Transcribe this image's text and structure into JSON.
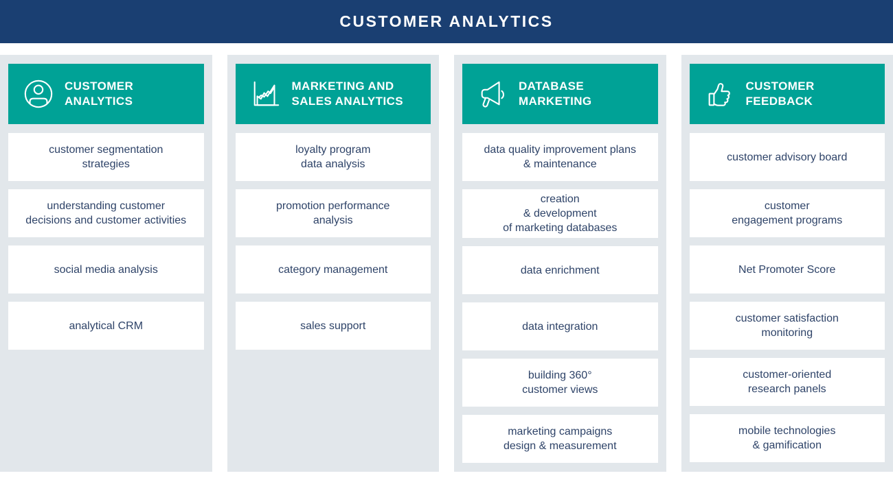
{
  "header": {
    "title": "CUSTOMER ANALYTICS"
  },
  "colors": {
    "header_bg": "#1a3f72",
    "accent_teal": "#00a296",
    "column_bg": "#e2e7eb",
    "item_text": "#2e4368",
    "box_bg": "#ffffff"
  },
  "columns": [
    {
      "id": "customer-analytics",
      "icon": "user-icon",
      "title": "CUSTOMER\nANALYTICS",
      "items": [
        "customer segmentation\nstrategies",
        "understanding customer\ndecisions and customer activities",
        "social media analysis",
        "analytical CRM"
      ]
    },
    {
      "id": "marketing-sales-analytics",
      "icon": "line-chart-icon",
      "title": "MARKETING AND\nSALES ANALYTICS",
      "items": [
        "loyalty program\ndata analysis",
        "promotion performance\nanalysis",
        "category management",
        "sales support"
      ]
    },
    {
      "id": "database-marketing",
      "icon": "megaphone-icon",
      "title": "DATABASE\nMARKETING",
      "items": [
        "data quality improvement plans\n& maintenance",
        "creation\n& development\nof marketing databases",
        "data enrichment",
        "data integration",
        "building 360°\ncustomer views",
        "marketing campaigns\ndesign & measurement"
      ]
    },
    {
      "id": "customer-feedback",
      "icon": "thumbs-up-icon",
      "title": "CUSTOMER\nFEEDBACK",
      "items": [
        "customer advisory board",
        "customer\nengagement programs",
        "Net Promoter Score",
        "customer satisfaction\nmonitoring",
        "customer-oriented\nresearch panels",
        "mobile technologies\n& gamification"
      ]
    }
  ]
}
